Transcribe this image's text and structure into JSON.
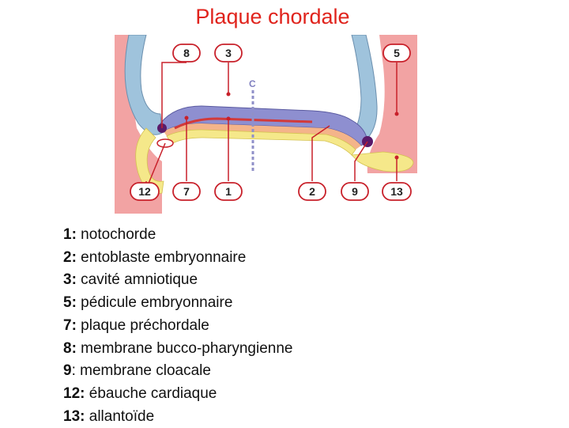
{
  "title": "Plaque chordale",
  "diagram": {
    "axis_letter": "C",
    "top_markers": [
      "8",
      "3",
      "5"
    ],
    "bottom_markers": [
      "12",
      "7",
      "1",
      "2",
      "9",
      "13"
    ]
  },
  "legend": [
    {
      "num": "1:",
      "text": " notochorde"
    },
    {
      "num": "2:",
      "text": " entoblaste embryonnaire"
    },
    {
      "num": "3:",
      "text": " cavité amniotique"
    },
    {
      "num": "5:",
      "text": " pédicule embryonnaire"
    },
    {
      "num": "7:",
      "text": " plaque préchordale"
    },
    {
      "num": "8:",
      "text": " membrane bucco-pharyngienne"
    },
    {
      "num": "9",
      "text": ": membrane cloacale"
    },
    {
      "num": "12:",
      "text": " ébauche cardiaque"
    },
    {
      "num": "13:",
      "text": " allantoïde"
    }
  ],
  "colors": {
    "title": "#e0231c",
    "amnion_blue": "#9fc3dc",
    "ectoderm_purple": "#8e8fd0",
    "endoderm_yellow": "#f5e88a",
    "mesoderm_pink": "#f2a3a3",
    "notochord_red": "#d23a3a",
    "pointer_red": "#c8202a"
  }
}
